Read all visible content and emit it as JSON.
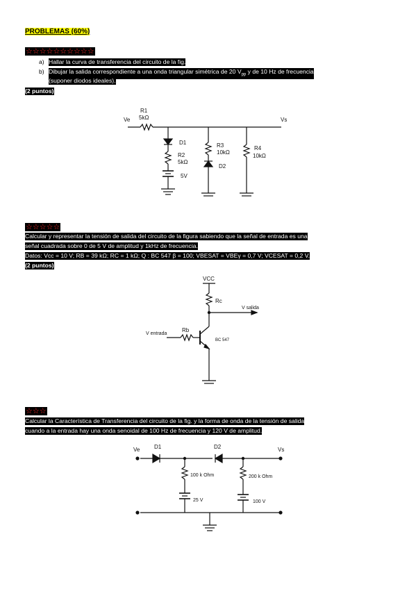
{
  "heading": "PROBLEMAS (60%)",
  "problem1": {
    "stars": "☆☆☆☆☆☆☆☆☆☆",
    "item_a_marker": "a)",
    "item_a": "Hallar la curva de transferencia del circuito de la fig.",
    "item_b_marker": "b)",
    "item_b_1_pre": "Dibujar la salida correspondiente a una onda triangular simétrica de 20 V",
    "item_b_1_sub": "pp",
    "item_b_1_post": " y de 10 Hz de frecuencia",
    "item_b_2": "(suponer diodos ideales).",
    "points": "(2 puntos)",
    "circuit": {
      "ve": "Ve",
      "vs": "Vs",
      "r1_name": "R1",
      "r1_val": "5kΩ",
      "d1": "D1",
      "r2_name": "R2",
      "r2_val": "5kΩ",
      "v1": "5V",
      "r3_name": "R3",
      "r3_val": "10kΩ",
      "d2": "D2",
      "r4_name": "R4",
      "r4_val": "10kΩ"
    }
  },
  "problem2": {
    "stars": "☆☆☆☆☆",
    "line1": "Calcular y representar la tensión de salida del circuito de la figura sabiendo que la señal de entrada es una",
    "line2": "señal cuadrada sobre 0 de 5 V de amplitud y 1kHz de frecuencia.",
    "data_line": "Datos: Vcc = 10 V; RB = 39 kΩ; RC = 1 kΩ; Q : BC 547 β = 100; VBESAT = VBEγ = 0,7 V; VCESAT = 0,2 V.",
    "points": "(2 puntos)",
    "circuit": {
      "vcc": "VCC",
      "rc": "Rc",
      "vsal": "V salida",
      "vin": "V entrada",
      "rb": "Rb",
      "q": "BC 547"
    }
  },
  "problem3": {
    "stars": "☆☆☆",
    "line1": "Calcular la Característica de Transferencia del circuito de la fig. y la forma de onda de la tensión de salida",
    "line2": "cuando a la entrada hay una onda senoidal de 100 Hz de frecuencia y 120 V de amplitud.",
    "circuit": {
      "ve": "Ve",
      "vs": "Vs",
      "d1": "D1",
      "d2": "D2",
      "r1": "100 k Ohm",
      "r2": "200 k Ohm",
      "v1": "25 V",
      "v2": "100 V"
    }
  }
}
